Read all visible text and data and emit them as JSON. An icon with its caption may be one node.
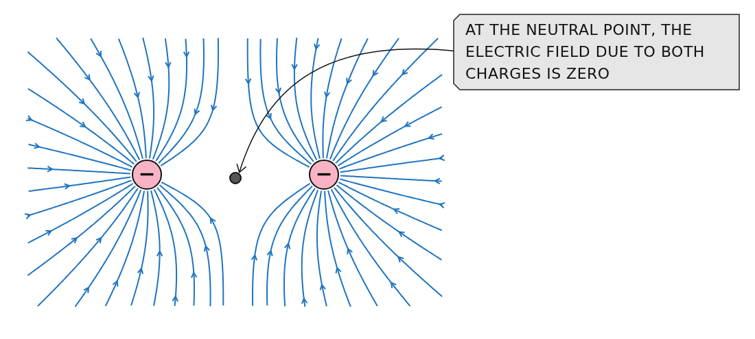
{
  "diagram": {
    "nodes": [
      {
        "text": [
          "−"
        ]
      },
      {
        "text": [],
        "shape": "circle"
      },
      {
        "text": [
          "−"
        ]
      },
      {
        "text": [
          "AT THE NEUTRAL POINT, THE ELECTRIC FIELD DUE TO BOTH CHARGES IS ZERO"
        ]
      }
    ],
    "edges": [
      {
        "from": 3,
        "to": 1,
        "arrow": "to"
      }
    ]
  }
}
